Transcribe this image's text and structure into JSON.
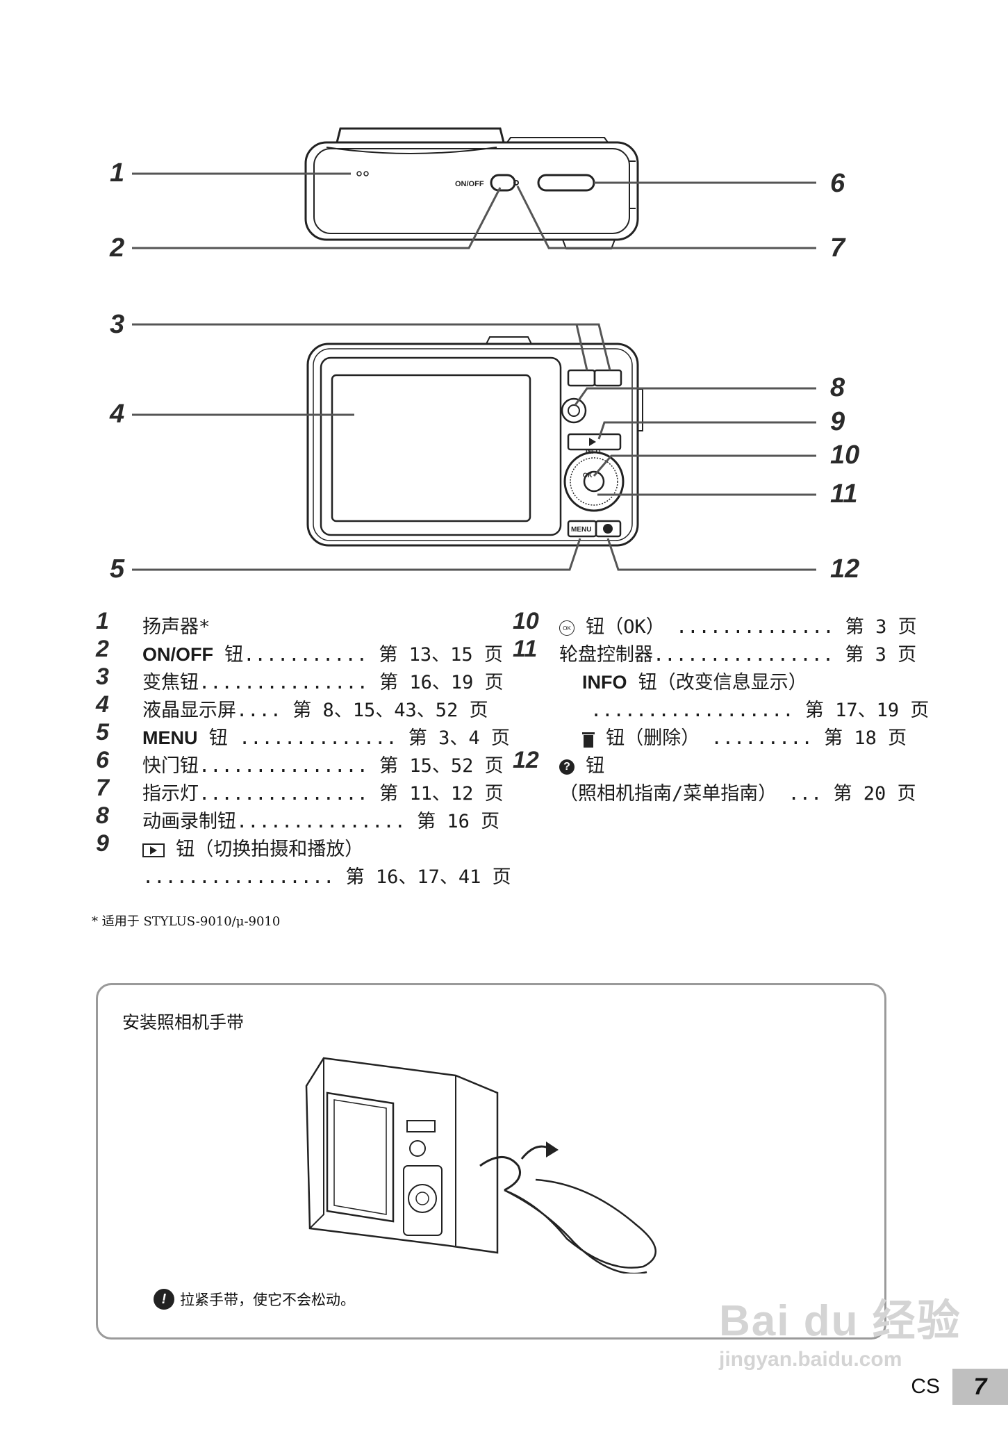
{
  "top_diagram": {
    "onoff_label": "ON/OFF",
    "callouts": [
      "1",
      "2",
      "6",
      "7"
    ]
  },
  "back_diagram": {
    "callouts": [
      "3",
      "4",
      "5",
      "8",
      "9",
      "10",
      "11",
      "12"
    ],
    "info_label": "INFO",
    "ok_label": "OK",
    "menu_label": "MENU"
  },
  "left_list": [
    {
      "idx": "1",
      "text": "扬声器*"
    },
    {
      "idx": "2",
      "key": "ON/OFF",
      "text": " 钮........... 第 13、15 页"
    },
    {
      "idx": "3",
      "text": "变焦钮............... 第 16、19 页"
    },
    {
      "idx": "4",
      "text": "液晶显示屏.... 第 8、15、43、52 页"
    },
    {
      "idx": "5",
      "key": "MENU",
      "text": " 钮 .............. 第 3、4 页"
    },
    {
      "idx": "6",
      "text": "快门钮............... 第 15、52 页"
    },
    {
      "idx": "7",
      "text": "指示灯............... 第 11、12 页"
    },
    {
      "idx": "8",
      "text": "动画录制钮............... 第 16 页"
    },
    {
      "idx": "9",
      "text": " 钮（切换拍摄和播放）"
    },
    {
      "idx": "",
      "text": "................. 第 16、17、41 页"
    }
  ],
  "right_list": [
    {
      "idx": "10",
      "text": " 钮（OK） .............. 第 3 页"
    },
    {
      "idx": "11",
      "text": "轮盘控制器................ 第 3 页"
    },
    {
      "idx": "",
      "key": "INFO",
      "text": " 钮（改变信息显示）"
    },
    {
      "idx": "",
      "text": ".................. 第 17、19 页"
    },
    {
      "idx": "",
      "text": " 钮（删除） ......... 第 18 页"
    },
    {
      "idx": "12",
      "text": " 钮"
    },
    {
      "idx": "",
      "text": "（照相机指南/菜单指南） ... 第 20 页"
    }
  ],
  "footnote": "*  适用于 STYLUS-9010/μ-9010",
  "strap_box": {
    "title": "安装照相机手带",
    "tip": "拉紧手带，使它不会松动。"
  },
  "page_footer": {
    "lang": "CS",
    "page": "7"
  },
  "watermark": {
    "line1": "Bai du 经验",
    "line2": "jingyan.baidu.com"
  }
}
